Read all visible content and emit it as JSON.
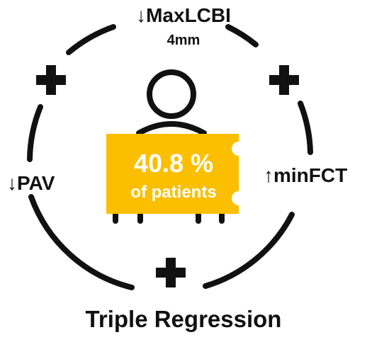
{
  "labels": {
    "top": "↓MaxLCBI",
    "top_sub": "4mm",
    "left": "↓PAV",
    "right": "↑minFCT",
    "bottom": "Triple Regression"
  },
  "highlight": {
    "value": "40.8 %",
    "caption": "of patients"
  },
  "colors": {
    "accent": "#FBBF00",
    "ink": "#111111",
    "box_text": "#FFFFFF"
  },
  "icons": [
    "plus-icon",
    "person-icon"
  ]
}
